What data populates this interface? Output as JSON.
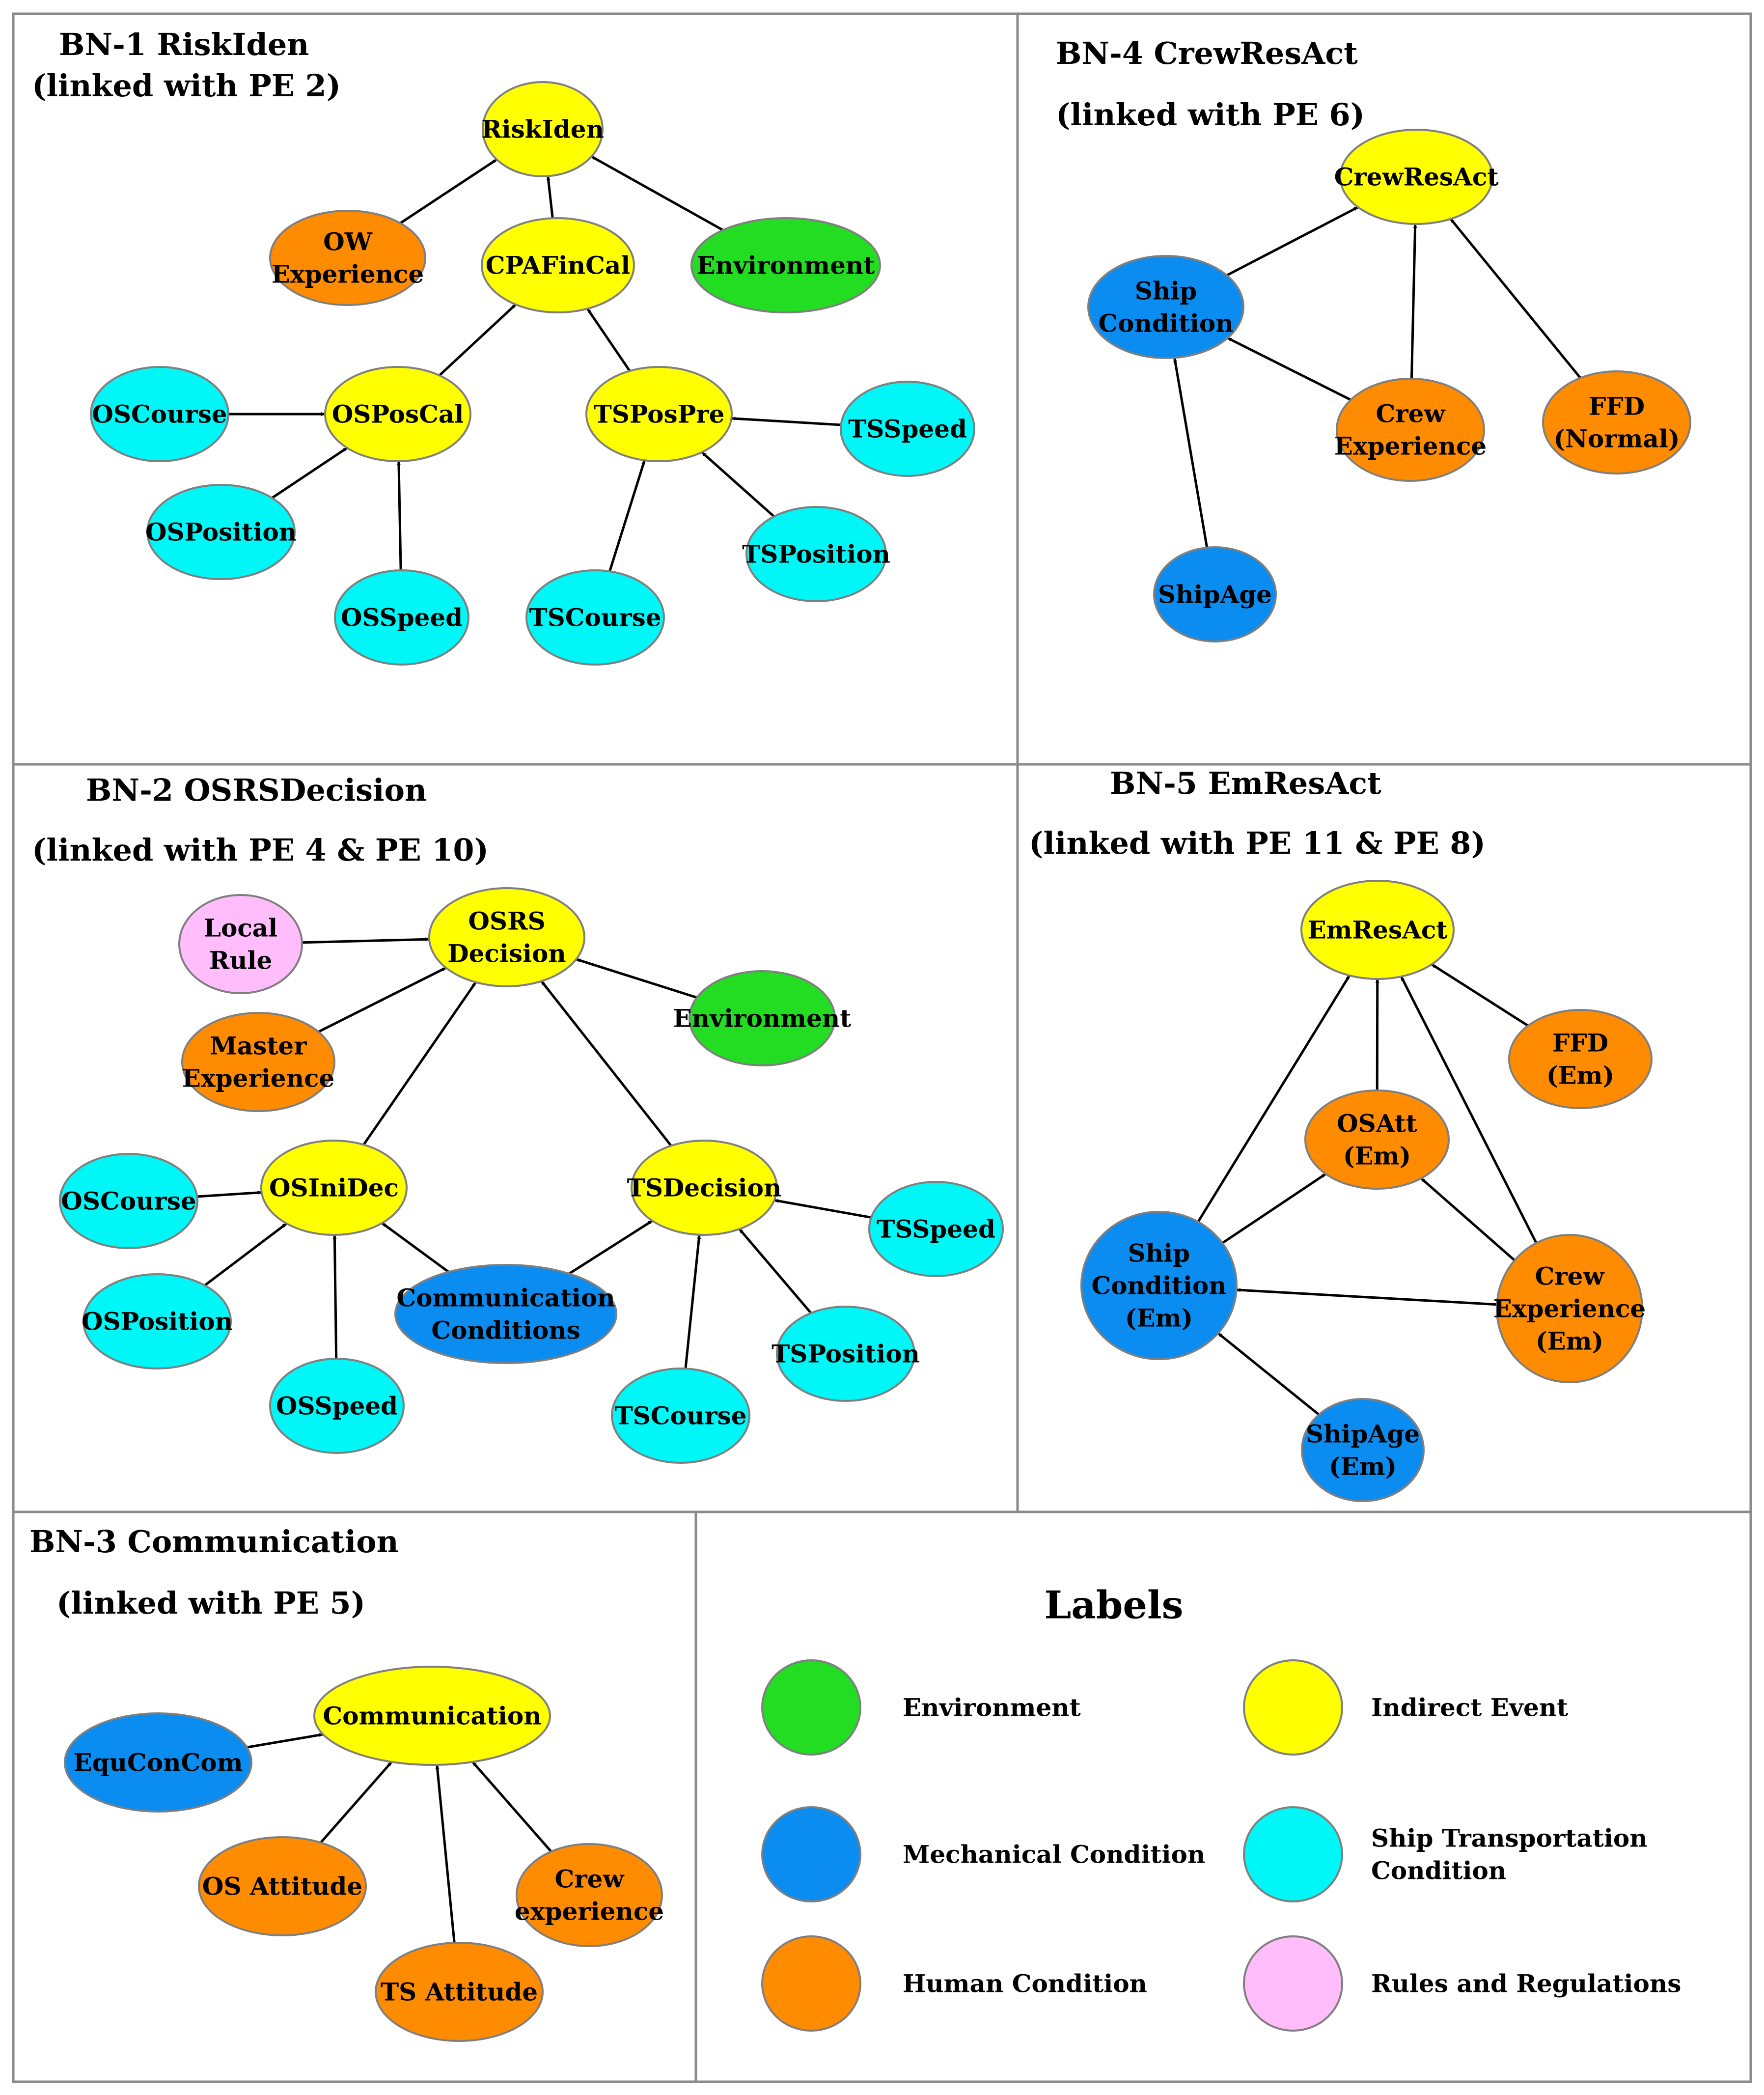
{
  "colors": {
    "Environment": "#22dd22",
    "Indirect Event": "#ffff00",
    "Mechanical Condition": "#0b8cf0",
    "Ship Transportation Condition": "#00f7f7",
    "Human Condition": "#ff8c00",
    "Rules and Regulations": "#ffbdfb"
  },
  "panels": [
    {
      "id": "bn1",
      "title_lines": [
        "BN-1 RiskIden",
        "(linked with PE 2)"
      ],
      "nodes": [
        {
          "id": "riskiden",
          "lines": [
            "RiskIden"
          ],
          "type": "Indirect Event"
        },
        {
          "id": "ow",
          "lines": [
            "OW",
            "Experience"
          ],
          "type": "Human Condition"
        },
        {
          "id": "cpa",
          "lines": [
            "CPAFinCal"
          ],
          "type": "Indirect Event"
        },
        {
          "id": "env",
          "lines": [
            "Environment"
          ],
          "type": "Environment"
        },
        {
          "id": "oscourse",
          "lines": [
            "OSCourse"
          ],
          "type": "Ship Transportation Condition"
        },
        {
          "id": "osposcal",
          "lines": [
            "OSPosCal"
          ],
          "type": "Indirect Event"
        },
        {
          "id": "tspospre",
          "lines": [
            "TSPosPre"
          ],
          "type": "Indirect Event"
        },
        {
          "id": "tsspeed",
          "lines": [
            "TSSpeed"
          ],
          "type": "Ship Transportation Condition"
        },
        {
          "id": "osposition",
          "lines": [
            "OSPosition"
          ],
          "type": "Ship Transportation Condition"
        },
        {
          "id": "tsposition",
          "lines": [
            "TSPosition"
          ],
          "type": "Ship Transportation Condition"
        },
        {
          "id": "osspeed",
          "lines": [
            "OSSpeed"
          ],
          "type": "Ship Transportation Condition"
        },
        {
          "id": "tscourse",
          "lines": [
            "TSCourse"
          ],
          "type": "Ship Transportation Condition"
        }
      ],
      "edges": [
        [
          "ow",
          "riskiden"
        ],
        [
          "cpa",
          "riskiden"
        ],
        [
          "env",
          "riskiden"
        ],
        [
          "osposcal",
          "cpa"
        ],
        [
          "tspospre",
          "cpa"
        ],
        [
          "oscourse",
          "osposcal"
        ],
        [
          "osposition",
          "osposcal"
        ],
        [
          "osspeed",
          "osposcal"
        ],
        [
          "tsspeed",
          "tspospre"
        ],
        [
          "tsposition",
          "tspospre"
        ],
        [
          "tscourse",
          "tspospre"
        ]
      ]
    },
    {
      "id": "bn4",
      "title_lines": [
        "BN-4 CrewResAct",
        "(linked with PE 6)"
      ],
      "nodes": [
        {
          "id": "crewresact",
          "lines": [
            "CrewResAct"
          ],
          "type": "Indirect Event"
        },
        {
          "id": "shipcond",
          "lines": [
            "Ship",
            "Condition"
          ],
          "type": "Mechanical Condition"
        },
        {
          "id": "crewexp",
          "lines": [
            "Crew",
            "Experience"
          ],
          "type": "Human Condition"
        },
        {
          "id": "ffd",
          "lines": [
            "FFD",
            "(Normal)"
          ],
          "type": "Human Condition"
        },
        {
          "id": "shipage",
          "lines": [
            "ShipAge"
          ],
          "type": "Mechanical Condition"
        }
      ],
      "edges": [
        [
          "shipcond",
          "crewresact"
        ],
        [
          "crewexp",
          "crewresact"
        ],
        [
          "ffd",
          "crewresact"
        ],
        [
          "crewexp",
          "shipcond"
        ],
        [
          "shipage",
          "shipcond"
        ]
      ]
    },
    {
      "id": "bn2",
      "title_lines": [
        "BN-2 OSRSDecision",
        "(linked with PE 4 & PE 10)"
      ],
      "nodes": [
        {
          "id": "osrs",
          "lines": [
            "OSRS",
            "Decision"
          ],
          "type": "Indirect Event"
        },
        {
          "id": "localrule",
          "lines": [
            "Local",
            "Rule"
          ],
          "type": "Rules and Regulations"
        },
        {
          "id": "master",
          "lines": [
            "Master",
            "Experience"
          ],
          "type": "Human Condition"
        },
        {
          "id": "env2",
          "lines": [
            "Environment"
          ],
          "type": "Environment"
        },
        {
          "id": "osinidec",
          "lines": [
            "OSIniDec"
          ],
          "type": "Indirect Event"
        },
        {
          "id": "tsdecision",
          "lines": [
            "TSDecision"
          ],
          "type": "Indirect Event"
        },
        {
          "id": "oscourse2",
          "lines": [
            "OSCourse"
          ],
          "type": "Ship Transportation Condition"
        },
        {
          "id": "tsspeed2",
          "lines": [
            "TSSpeed"
          ],
          "type": "Ship Transportation Condition"
        },
        {
          "id": "osposition2",
          "lines": [
            "OSPosition"
          ],
          "type": "Ship Transportation Condition"
        },
        {
          "id": "commcond",
          "lines": [
            "Communication",
            "Conditions"
          ],
          "type": "Mechanical Condition"
        },
        {
          "id": "tsposition2",
          "lines": [
            "TSPosition"
          ],
          "type": "Ship Transportation Condition"
        },
        {
          "id": "osspeed2",
          "lines": [
            "OSSpeed"
          ],
          "type": "Ship Transportation Condition"
        },
        {
          "id": "tscourse2",
          "lines": [
            "TSCourse"
          ],
          "type": "Ship Transportation Condition"
        }
      ],
      "edges": [
        [
          "localrule",
          "osrs"
        ],
        [
          "master",
          "osrs"
        ],
        [
          "env2",
          "osrs"
        ],
        [
          "osinidec",
          "osrs"
        ],
        [
          "tsdecision",
          "osrs"
        ],
        [
          "oscourse2",
          "osinidec"
        ],
        [
          "osposition2",
          "osinidec"
        ],
        [
          "osspeed2",
          "osinidec"
        ],
        [
          "commcond",
          "osinidec"
        ],
        [
          "commcond",
          "tsdecision"
        ],
        [
          "tsspeed2",
          "tsdecision"
        ],
        [
          "tsposition2",
          "tsdecision"
        ],
        [
          "tscourse2",
          "tsdecision"
        ]
      ]
    },
    {
      "id": "bn5",
      "title_lines": [
        "BN-5 EmResAct",
        "(linked with PE 11 & PE 8)"
      ],
      "nodes": [
        {
          "id": "emresact",
          "lines": [
            "EmResAct"
          ],
          "type": "Indirect Event"
        },
        {
          "id": "ffdem",
          "lines": [
            "FFD",
            "(Em)"
          ],
          "type": "Human Condition"
        },
        {
          "id": "osatt",
          "lines": [
            "OSAtt",
            "(Em)"
          ],
          "type": "Human Condition"
        },
        {
          "id": "shipcondem",
          "lines": [
            "Ship",
            "Condition",
            "(Em)"
          ],
          "type": "Mechanical Condition"
        },
        {
          "id": "crewexpem",
          "lines": [
            "Crew",
            "Experience",
            "(Em)"
          ],
          "type": "Human Condition"
        },
        {
          "id": "shipageem",
          "lines": [
            "ShipAge",
            "(Em)"
          ],
          "type": "Mechanical Condition"
        }
      ],
      "edges": [
        [
          "ffdem",
          "emresact"
        ],
        [
          "osatt",
          "emresact"
        ],
        [
          "shipcondem",
          "emresact"
        ],
        [
          "crewexpem",
          "emresact"
        ],
        [
          "shipcondem",
          "osatt"
        ],
        [
          "crewexpem",
          "osatt"
        ],
        [
          "crewexpem",
          "shipcondem"
        ],
        [
          "shipageem",
          "shipcondem"
        ]
      ]
    },
    {
      "id": "bn3",
      "title_lines": [
        "BN-3 Communication",
        "(linked with PE 5)"
      ],
      "nodes": [
        {
          "id": "comm",
          "lines": [
            "Communication"
          ],
          "type": "Indirect Event"
        },
        {
          "id": "equ",
          "lines": [
            "EquConCom"
          ],
          "type": "Mechanical Condition"
        },
        {
          "id": "osatt3",
          "lines": [
            "OS Attitude"
          ],
          "type": "Human Condition"
        },
        {
          "id": "crewexp3",
          "lines": [
            "Crew",
            "experience"
          ],
          "type": "Human Condition"
        },
        {
          "id": "tsatt",
          "lines": [
            "TS Attitude"
          ],
          "type": "Human Condition"
        }
      ],
      "edges": [
        [
          "equ",
          "comm"
        ],
        [
          "osatt3",
          "comm"
        ],
        [
          "tsatt",
          "comm"
        ],
        [
          "crewexp3",
          "comm"
        ]
      ]
    }
  ],
  "legend": {
    "title": "Labels",
    "items": [
      {
        "lines": [
          "Environment"
        ],
        "type": "Environment"
      },
      {
        "lines": [
          "Indirect Event"
        ],
        "type": "Indirect Event"
      },
      {
        "lines": [
          "Mechanical Condition"
        ],
        "type": "Mechanical Condition"
      },
      {
        "lines": [
          "Ship Transportation",
          "Condition"
        ],
        "type": "Ship Transportation Condition"
      },
      {
        "lines": [
          "Human Condition"
        ],
        "type": "Human Condition"
      },
      {
        "lines": [
          "Rules and Regulations"
        ],
        "type": "Rules and Regulations"
      }
    ]
  }
}
